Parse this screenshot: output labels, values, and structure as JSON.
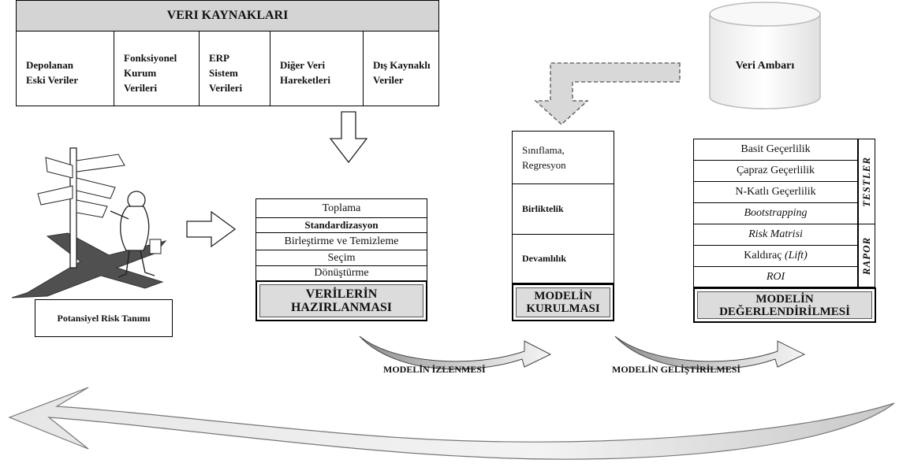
{
  "sources": {
    "title": "VERI KAYNAKLARI",
    "cells": [
      "Depolanan\nEski Veriler",
      "Fonksiyonel\nKurum\nVerileri",
      "ERP\nSistem\nVerileri",
      "Diğer Veri\nHareketleri",
      "Dış Kaynaklı\nVeriler"
    ]
  },
  "preparation": {
    "rows": [
      "Toplama",
      "Standardizasyon",
      "Birleştirme ve Temizleme",
      "Seçim",
      "Dönüştürme"
    ],
    "caption_line1": "VERİLERİN",
    "caption_line2": "HAZIRLANMASI"
  },
  "model_build": {
    "cells": [
      "Sınıflama,\nRegresyon",
      "Birliktelik",
      "Devamlılık"
    ],
    "caption_line1": "MODELİN",
    "caption_line2": "KURULMASI"
  },
  "evaluation": {
    "rows": [
      {
        "text": "Basit Geçerlilik",
        "italic": false
      },
      {
        "text": "Çapraz Geçerlilik",
        "italic": false
      },
      {
        "text": "N-Katlı Geçerlilik",
        "italic": false
      },
      {
        "text": "Bootstrapping",
        "italic": true
      },
      {
        "text": "Risk Matrisi",
        "italic": true
      },
      {
        "text": "Kaldıraç (Lift)",
        "italic": false
      },
      {
        "text": "ROI",
        "italic": true
      }
    ],
    "side_tests": "TESTLER",
    "side_report": "RAPOR",
    "caption_line1": "MODELİN",
    "caption_line2": "DEĞERLENDİRİLMESİ"
  },
  "warehouse": {
    "label": "Veri Ambarı"
  },
  "risk": {
    "label": "Potansiyel Risk Tanımı"
  },
  "flows": {
    "monitoring": "MODELİN İZLENMESİ",
    "development": "MODELİN GELİŞTİRİLMESİ"
  }
}
